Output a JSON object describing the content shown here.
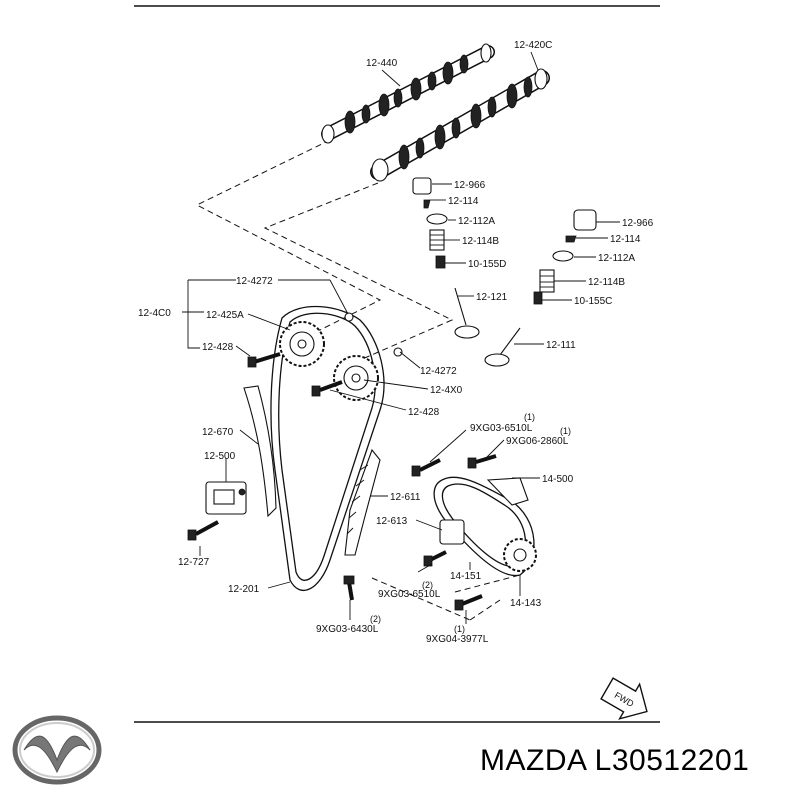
{
  "labels": {
    "p12440": "12-440",
    "p12420c": "12-420C",
    "p12966a": "12-966",
    "p12114a": "12-114",
    "p12112aa": "12-112A",
    "p12114ba": "12-114B",
    "p10155d": "10-155D",
    "p12966b": "12-966",
    "p12114b": "12-114",
    "p12112ab": "12-112A",
    "p12114bb": "12-114B",
    "p10155c": "10-155C",
    "p12121": "12-121",
    "p12111": "12-111",
    "p124272a": "12-4272",
    "p124c0": "12-4C0",
    "p12425a": "12-425A",
    "p12428a": "12-428",
    "p124272b": "12-4272",
    "p124x0": "12-4X0",
    "p12428b": "12-428",
    "p12670": "12-670",
    "p12500": "12-500",
    "p12727": "12-727",
    "p12201": "12-201",
    "p12611": "12-611",
    "p12613": "12-613",
    "p9xg036510a": "9XG03-6510L",
    "q9xg036510a": "(1)",
    "p9xg062860": "9XG06-2860L",
    "q9xg062860": "(1)",
    "p14500": "14-500",
    "p14151": "14-151",
    "p14143": "14-143",
    "p9xg036510b": "9XG03-6510L",
    "q9xg036510b": "(2)",
    "p9xg036430": "9XG03-6430L",
    "q9xg036430": "(2)",
    "p9xg043977": "9XG04-3977L",
    "q9xg043977": "(1)",
    "fwd": "FWD"
  },
  "logo": "mazda-logo",
  "caption": "MAZDA L30512201"
}
